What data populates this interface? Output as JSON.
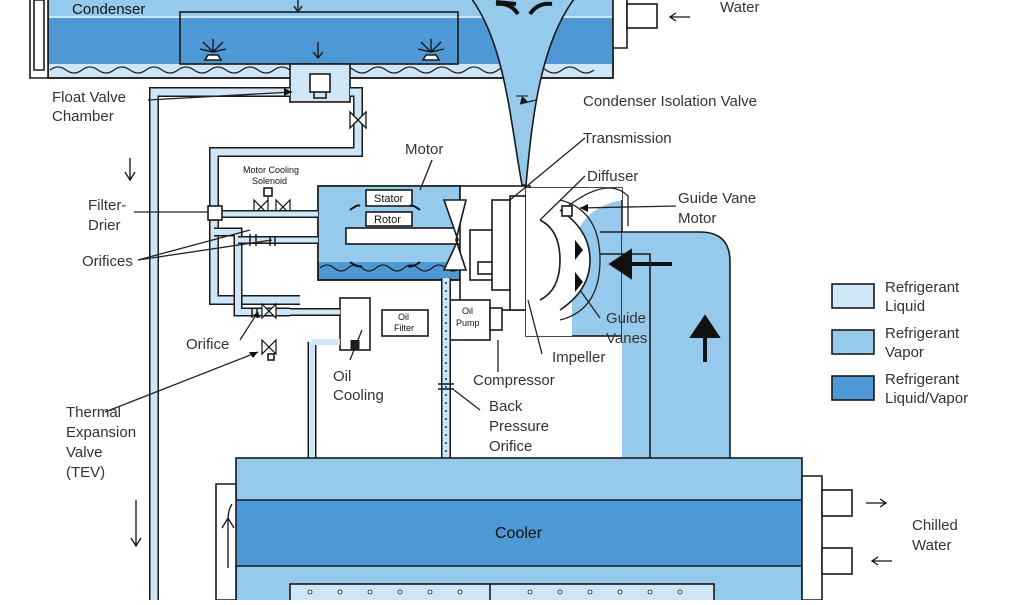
{
  "labels": {
    "condenser": "Condenser",
    "water_top": "Water",
    "float_valve_1": "Float Valve",
    "float_valve_2": "Chamber",
    "condenser_isolation_valve": "Condenser Isolation Valve",
    "transmission": "Transmission",
    "motor": "Motor",
    "motor_cooling_1": "Motor Cooling",
    "motor_cooling_2": "Solenoid",
    "diffuser": "Diffuser",
    "guide_vane_motor_1": "Guide Vane",
    "guide_vane_motor_2": "Motor",
    "filter_drier_1": "Filter-",
    "filter_drier_2": "Drier",
    "stator": "Stator",
    "rotor": "Rotor",
    "orifices": "Orifices",
    "orifice": "Orifice",
    "oil_filter_1": "Oil",
    "oil_filter_2": "Filter",
    "oil_pump_1": "Oil",
    "oil_pump_2": "Pump",
    "guide_vanes_1": "Guide",
    "guide_vanes_2": "Vanes",
    "impeller": "Impeller",
    "compressor": "Compressor",
    "oil_cooling_1": "Oil",
    "oil_cooling_2": "Cooling",
    "tev_1": "Thermal",
    "tev_2": "Expansion",
    "tev_3": "Valve",
    "tev_4": "(TEV)",
    "back_pressure_1": "Back",
    "back_pressure_2": "Pressure",
    "back_pressure_3": "Orifice",
    "cooler": "Cooler",
    "chilled_water_1": "Chilled",
    "chilled_water_2": "Water"
  },
  "legend": [
    {
      "line1": "Refrigerant",
      "line2": "Liquid",
      "color": "#cfe6f7"
    },
    {
      "line1": "Refrigerant",
      "line2": "Vapor",
      "color": "#96caec"
    },
    {
      "line1": "Refrigerant",
      "line2": "Liquid/Vapor",
      "color": "#4f98d6"
    }
  ],
  "colors": {
    "liquid": "#cfe6f7",
    "vapor": "#96caec",
    "mixed": "#4f98d6",
    "outline": "#1a1a1a"
  }
}
